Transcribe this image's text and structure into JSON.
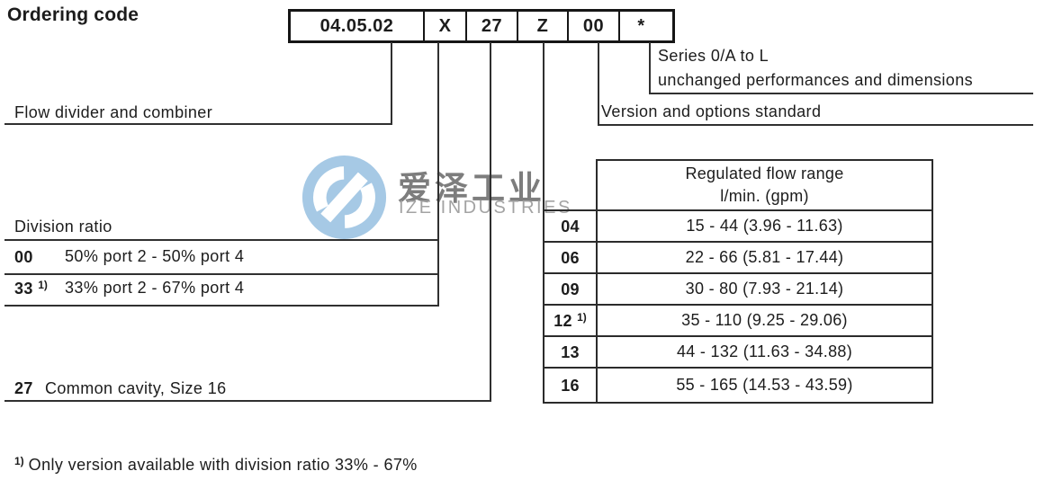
{
  "page": {
    "title": "Ordering code"
  },
  "ordering_code": {
    "segments": [
      "04.05.02",
      "X",
      "27",
      "Z",
      "00",
      "*"
    ]
  },
  "labels": {
    "flow_divider": "Flow divider and combiner",
    "series_line1": "Series 0/A to L",
    "series_line2": "unchanged performances and dimensions",
    "version": "Version and options standard"
  },
  "division_ratio": {
    "heading": "Division ratio",
    "rows": [
      {
        "code": "00",
        "sup": "",
        "desc": "50% port 2 - 50% port 4"
      },
      {
        "code": "33",
        "sup": "1)",
        "desc": "33% port 2 - 67% port 4"
      }
    ]
  },
  "common_cavity": {
    "code": "27",
    "desc": "Common cavity, Size 16"
  },
  "flow_table": {
    "header_line1": "Regulated flow range",
    "header_line2": "l/min. (gpm)",
    "rows": [
      {
        "code": "04",
        "sup": "",
        "range": "15 - 44 (3.96 - 11.63)"
      },
      {
        "code": "06",
        "sup": "",
        "range": "22 - 66 (5.81 - 17.44)"
      },
      {
        "code": "09",
        "sup": "",
        "range": "30 - 80 (7.93 - 21.14)"
      },
      {
        "code": "12",
        "sup": "1)",
        "range": "35 - 110 (9.25 - 29.06)"
      },
      {
        "code": "13",
        "sup": "",
        "range": "44 - 132 (11.63 - 34.88)"
      },
      {
        "code": "16",
        "sup": "",
        "range": "55 - 165 (14.53 - 43.59)"
      }
    ]
  },
  "footnote": {
    "sup": "1)",
    "text": "Only version available with division ratio 33% - 67%"
  },
  "watermark": {
    "cn": "爱泽工业",
    "en": "IZE INDUSTRIES"
  },
  "colors": {
    "line": "#303030",
    "text": "#1c1c1c",
    "watermark_blue": "#a6c9e5",
    "watermark_cn_gray": "#7d7d7d",
    "watermark_en_gray": "#a3a3a3"
  }
}
